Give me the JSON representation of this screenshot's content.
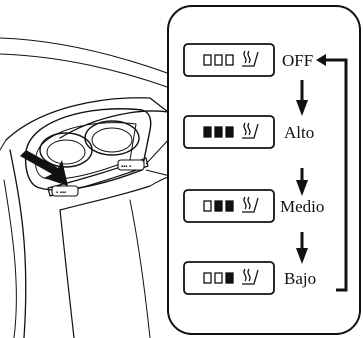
{
  "modes": [
    {
      "label": "OFF",
      "indicator": [
        0,
        0,
        0
      ]
    },
    {
      "label": "Alto",
      "indicator": [
        1,
        1,
        1
      ]
    },
    {
      "label": "Medio",
      "indicator": [
        0,
        1,
        1
      ]
    },
    {
      "label": "Bajo",
      "indicator": [
        0,
        0,
        1
      ]
    }
  ],
  "icons": {
    "switch_icon": "seat-heater-icon",
    "flow_arrow": "down-arrow-icon",
    "return_arrow": "return-loop-arrow-icon"
  },
  "colors": {
    "line": "#111111",
    "background": "#ffffff"
  }
}
